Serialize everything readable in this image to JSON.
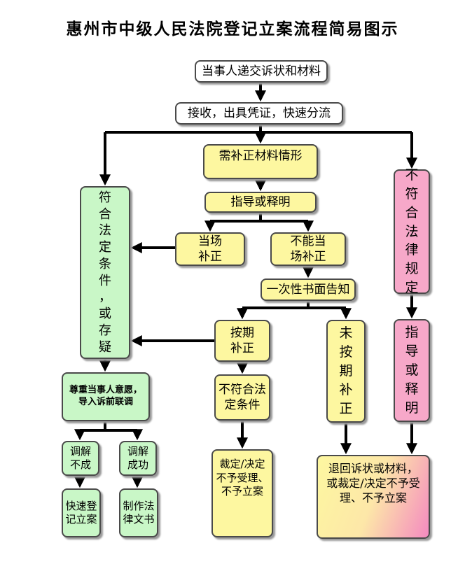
{
  "title": "惠州市中级人民法院登记立案流程简易图示",
  "nodes": {
    "submit": "当事人递交诉状和材料",
    "receive": "接收，出具凭证，快速分流",
    "need_supplement": "需补正材料情形",
    "guide_explain": "指导或释明",
    "on_site": "当场\n补正",
    "cannot_on_site": "不能当\n场补正",
    "one_time_notice": "一次性书面告知",
    "on_time": "按期\n补正",
    "not_on_time": "未\n按\n期\n补\n正",
    "conforms": "符\n合\n法\n定\n条\n件\n，\n或\n存\n疑",
    "not_conform_law": "不\n符\n合\n法\n律\n规\n定",
    "guide_explain_vertical": "指\n导\n或\n释\n明",
    "respect_will": "尊重当事人意愿，\n导入诉前联调",
    "not_meet_conditions": "不符合法\n定条件",
    "mediation_failed": "调解\n不成",
    "mediation_success": "调解\n成功",
    "fast_register": "快速登\n记立案",
    "make_document": "制作法\n律文书",
    "ruling_reject": "裁定/决定\n不予受理、\n不予立案",
    "return_materials": "退回诉状或材料，\n或裁定/决定不予受\n理、不予立案"
  },
  "colors": {
    "process": "#ffffff",
    "supplement": "#fdf7a0",
    "accept": "#c9f7c7",
    "reject": "#f7a8c9",
    "connector": "#000000"
  }
}
